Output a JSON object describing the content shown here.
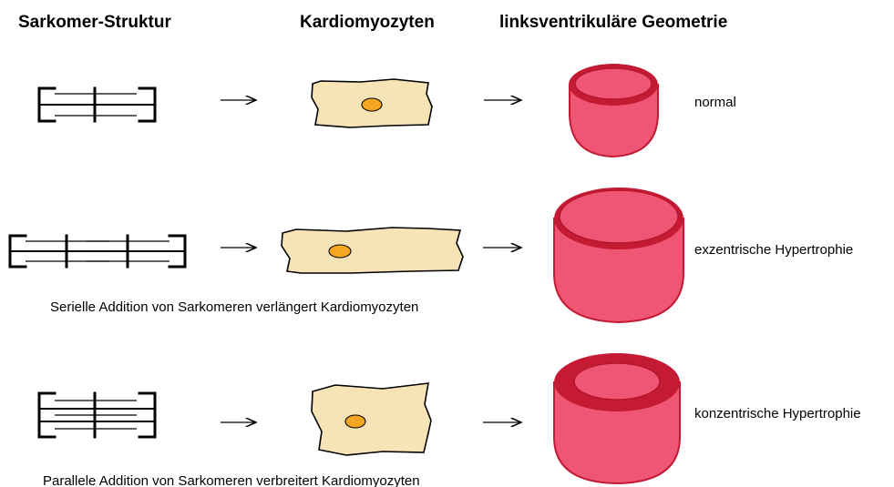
{
  "headers": {
    "sarcomere": "Sarkomer-Struktur",
    "cardiomyocyte": "Kardiomyozyten",
    "geometry": "linksventrikuläre Geometrie"
  },
  "rows": [
    {
      "geometry_label": "normal",
      "caption": ""
    },
    {
      "geometry_label": "exzentrische Hypertrophie",
      "caption": "Serielle Addition von Sarkomeren verlängert Kardiomyozyten"
    },
    {
      "geometry_label": "konzentrische Hypertrophie",
      "caption": "Parallele Addition von Sarkomeren verbreitert Kardiomyozyten"
    }
  ],
  "colors": {
    "cell_fill": "#f7e4b6",
    "nucleus": "#f5a623",
    "heart_fill": "#ee5673",
    "heart_rim": "#c41a34",
    "heart_inner": "#ee5673"
  }
}
